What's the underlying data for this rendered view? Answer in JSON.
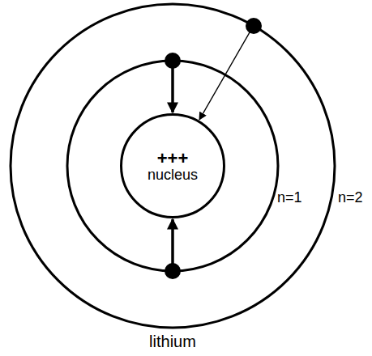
{
  "diagram": {
    "nodes": [
      {
        "text": [
          "+++",
          "nucleus"
        ]
      }
    ],
    "labels": [
      "n=1",
      "n=2",
      "lithium"
    ]
  }
}
